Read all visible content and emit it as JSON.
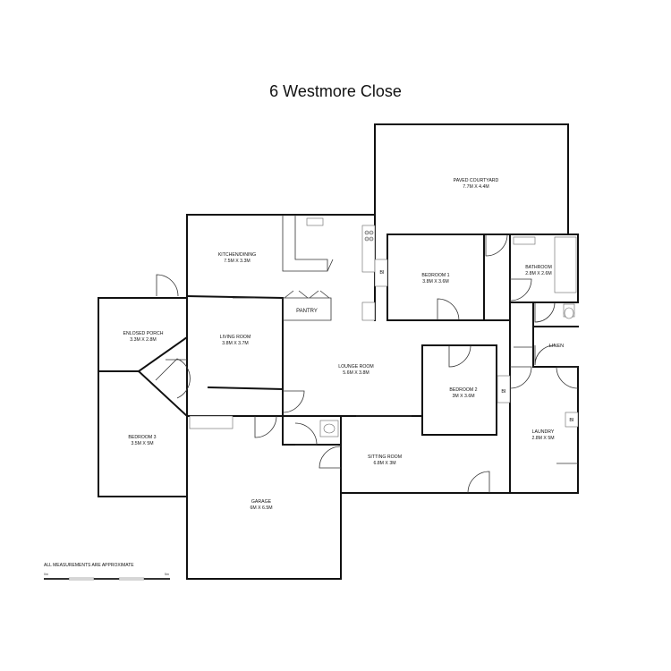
{
  "title": "6 Westmore Close",
  "rooms": [
    {
      "name": "PAVED COURTYARD",
      "dims": "7.7M X 4.4M"
    },
    {
      "name": "KITCHEN/DINING",
      "dims": "7.5M X 3.3M"
    },
    {
      "name": "BEDROOM 1",
      "dims": "3.8M X 3.6M"
    },
    {
      "name": "BATHROOM",
      "dims": "2.8M X 2.6M"
    },
    {
      "name": "ENLOSED PORCH",
      "dims": "3.3M X 2.8M"
    },
    {
      "name": "LIVING ROOM",
      "dims": "3.8M X 3.7M"
    },
    {
      "name": "LOUNGE ROOM",
      "dims": "5.6M X 3.8M"
    },
    {
      "name": "BEDROOM 2",
      "dims": "3M X 3.6M"
    },
    {
      "name": "BEDROOM 3",
      "dims": "3.5M X 5M"
    },
    {
      "name": "SITTING ROOM",
      "dims": "6.8M X 3M"
    },
    {
      "name": "LAUNDRY",
      "dims": "2.8M X 5M"
    },
    {
      "name": "GARAGE",
      "dims": "6M X 6.5M"
    }
  ],
  "labels": {
    "pantry": "PANTRY",
    "linen": "LINEN",
    "bi": "BI"
  },
  "footer": {
    "note": "ALL MEASUREMENTS ARE APPROXIMATE",
    "scale_start": "0m",
    "scale_end": "5m"
  }
}
